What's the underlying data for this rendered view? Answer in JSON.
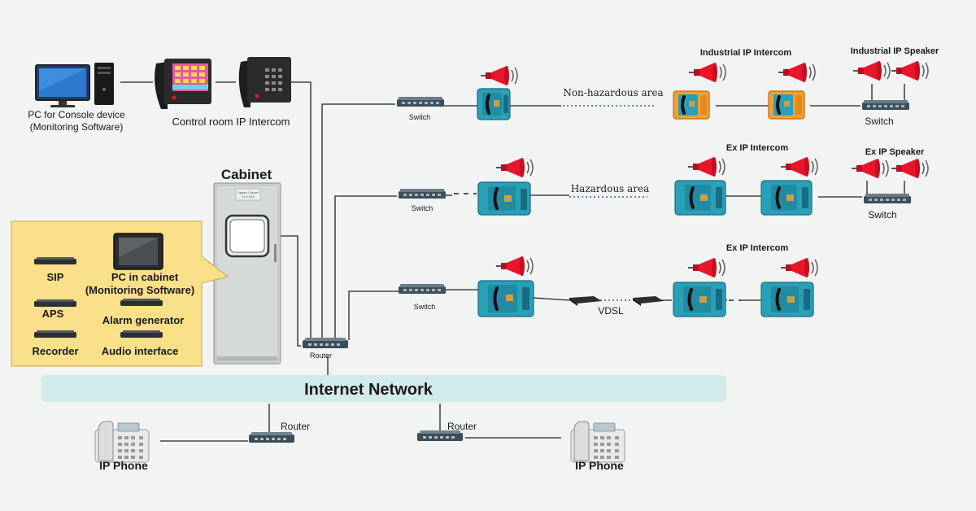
{
  "labels": {
    "pc_console_line1": "PC for Console device",
    "pc_console_line2": "(Monitoring Software)",
    "control_room": "Control room IP Intercom",
    "cabinet": "Cabinet",
    "cabinet_plate_1": "System Cabinet",
    "cabinet_plate_2": "XX-XXXX",
    "sip": "SIP",
    "pc_cabinet_line1": "PC in cabinet",
    "pc_cabinet_line2": "(Monitoring Software)",
    "aps": "APS",
    "alarm_generator": "Alarm generator",
    "recorder": "Recorder",
    "audio_interface": "Audio interface",
    "router": "Router",
    "internet_network": "Internet Network",
    "switch": "Switch",
    "non_hazardous_area": "Non-hazardous area",
    "hazardous_area": "Hazardous area",
    "vdsl": "VDSL",
    "industrial_ip_intercom": "Industrial IP Intercom",
    "industrial_ip_speaker": "Industrial IP Speaker",
    "ex_ip_intercom": "Ex IP Intercom",
    "ex_ip_speaker": "Ex IP Speaker",
    "ip_phone": "IP Phone"
  },
  "colors": {
    "background": "#f2f3f3",
    "callout": "#fbe08a",
    "network_band": "#d2ebea",
    "horn": "#e8152b",
    "intercom_teal": "#2a9fb8",
    "industrial_orange": "#f2a030",
    "switch_dark": "#3d4f5a"
  },
  "icons": [
    "monitor-icon",
    "tower-icon",
    "desk-phone-icon",
    "cabinet-icon",
    "loudspeaker-icon",
    "intercom-icon",
    "switch-icon",
    "router-icon",
    "vdsl-modem-icon",
    "ip-phone-icon"
  ]
}
